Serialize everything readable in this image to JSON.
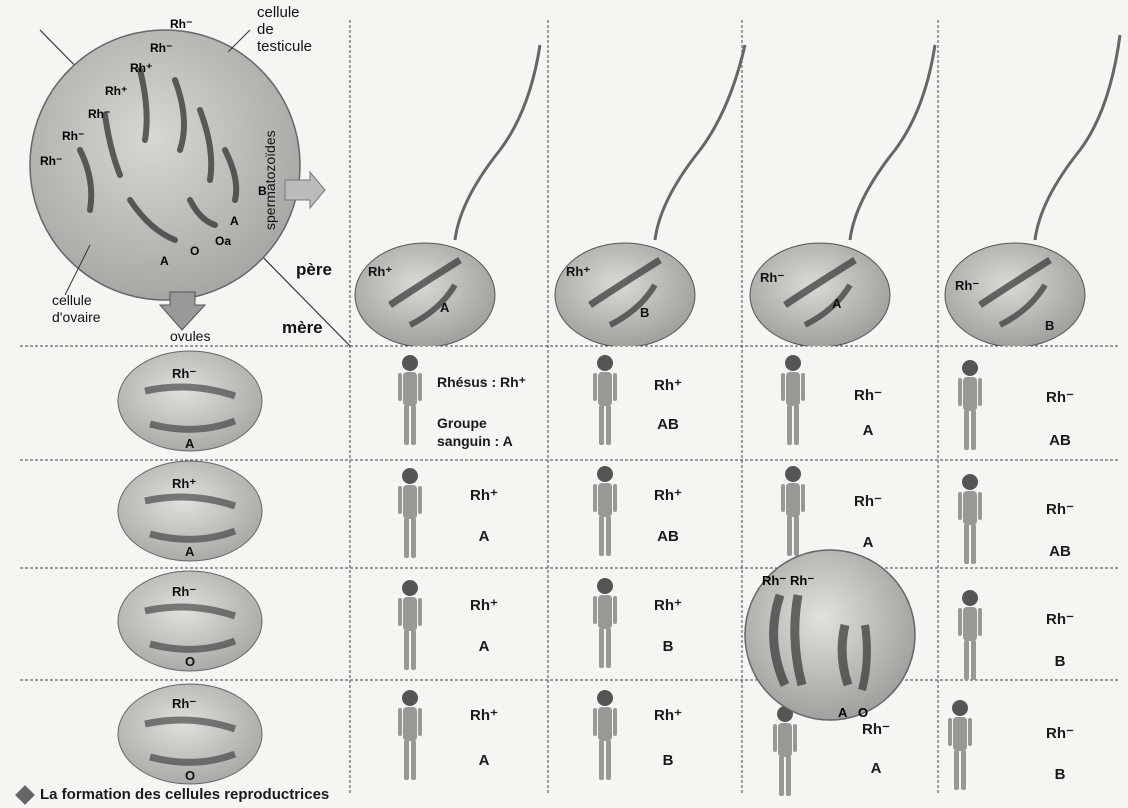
{
  "labels": {
    "testis_cell": [
      "cellule",
      "de",
      "testicule"
    ],
    "spermatozoa": "spermatozoïdes",
    "father": "père",
    "mother": "mère",
    "ovary_cell": [
      "cellule",
      "d'ovaire"
    ],
    "ova": "ovules",
    "caption_fragment": "La formation des cellules reproductrices"
  },
  "cell_chromosome_labels": [
    "Rh⁻",
    "Rh⁻",
    "Rh⁺",
    "Rh⁺",
    "Rh⁻",
    "Rh⁻",
    "Rh⁻",
    "B",
    "A",
    "Oa",
    "O",
    "A"
  ],
  "sperm": [
    {
      "rh": "Rh⁺",
      "group": "A"
    },
    {
      "rh": "Rh⁺",
      "group": "B"
    },
    {
      "rh": "Rh⁻",
      "group": "A"
    },
    {
      "rh": "Rh⁻",
      "group": "B"
    }
  ],
  "ova": [
    {
      "rh": "Rh⁻",
      "group": "A"
    },
    {
      "rh": "Rh⁺",
      "group": "A"
    },
    {
      "rh": "Rh⁻",
      "group": "O"
    },
    {
      "rh": "Rh⁻",
      "group": "O"
    }
  ],
  "first_cell": {
    "rh_label": "Rhésus : Rh⁺",
    "group_label_1": "Groupe",
    "group_label_2": "sanguin : A"
  },
  "grid": [
    [
      {
        "rh": "Rh⁺",
        "group": "A"
      },
      {
        "rh": "Rh⁺",
        "group": "AB"
      },
      {
        "rh": "Rh⁻",
        "group": "A"
      },
      {
        "rh": "Rh⁻",
        "group": "AB"
      }
    ],
    [
      {
        "rh": "Rh⁺",
        "group": "A"
      },
      {
        "rh": "Rh⁺",
        "group": "AB"
      },
      {
        "rh": "Rh⁻",
        "group": "A"
      },
      {
        "rh": "Rh⁻",
        "group": "AB"
      }
    ],
    [
      {
        "rh": "Rh⁺",
        "group": "A"
      },
      {
        "rh": "Rh⁺",
        "group": "B"
      },
      {
        "rh": "",
        "group": ""
      },
      {
        "rh": "Rh⁻",
        "group": "B"
      }
    ],
    [
      {
        "rh": "Rh⁺",
        "group": "A"
      },
      {
        "rh": "Rh⁺",
        "group": "B"
      },
      {
        "rh": "Rh⁻",
        "group": "A"
      },
      {
        "rh": "Rh⁻",
        "group": "B"
      }
    ]
  ],
  "zoom_cell": {
    "labels": [
      "Rh⁻",
      "Rh⁻",
      "A",
      "O"
    ]
  }
}
